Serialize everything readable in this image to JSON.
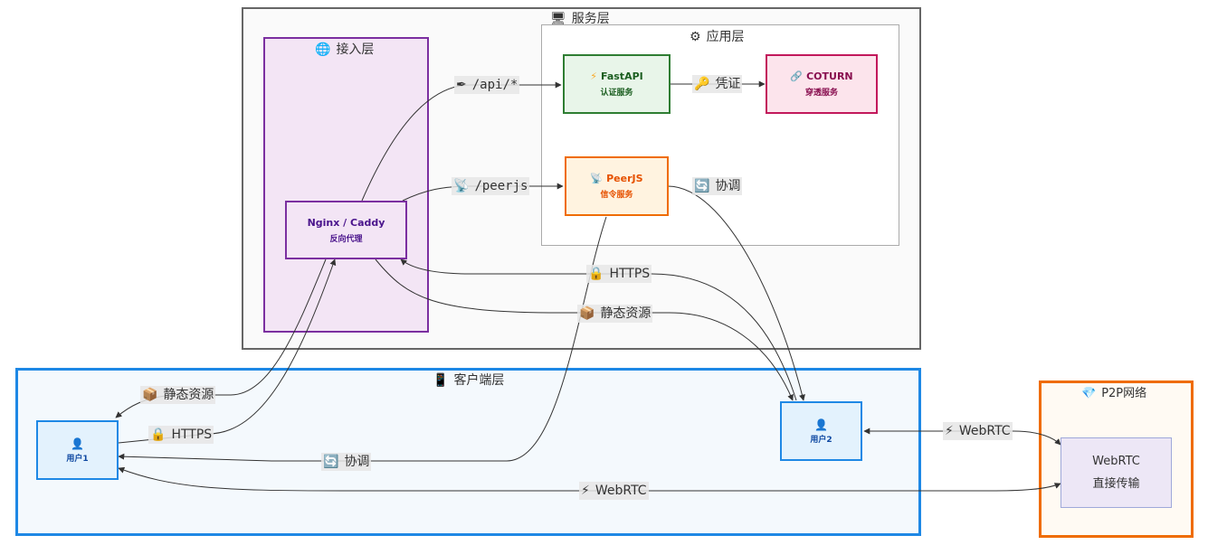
{
  "groups": {
    "service": "服务层",
    "app": "应用层",
    "access": "接入层",
    "client": "客户端层",
    "p2p": "P2P网络"
  },
  "nodes": {
    "nginx": {
      "title": "Nginx / Caddy",
      "sub": "反向代理"
    },
    "fastapi": {
      "title": "FastAPI",
      "sub": "认证服务"
    },
    "coturn": {
      "title": "COTURN",
      "sub": "穿透服务"
    },
    "peerjs": {
      "title": "PeerJS",
      "sub": "信令服务"
    },
    "user1": {
      "title": "用户1"
    },
    "user2": {
      "title": "用户2"
    },
    "webrtc": {
      "line1": "WebRTC",
      "line2": "直接传输"
    }
  },
  "edges": {
    "api": "/api/*",
    "peerjs": "/peerjs",
    "credential": "凭证",
    "coordinate_peer": "协调",
    "https_user2": "HTTPS",
    "static_user2": "静态资源",
    "static_user1": "静态资源",
    "https_user1": "HTTPS",
    "coordinate_user1": "协调",
    "webrtc_user2": "WebRTC",
    "webrtc_user1": "WebRTC"
  },
  "icons": {
    "service": "desktop-icon",
    "app": "gear-icon",
    "access": "globe-icon",
    "client": "phone-icon",
    "p2p": "diamond-icon",
    "lightning": "lightning-icon",
    "link": "link-icon",
    "satellite": "satellite-icon",
    "user": "user-icon",
    "pen": "pen-icon",
    "key": "key-icon",
    "refresh": "refresh-icon",
    "lock": "lock-icon",
    "package": "package-icon"
  },
  "colors": {
    "access": "#7b2fa0",
    "fastapi": "#2e7d32",
    "coturn": "#c2185b",
    "peerjs": "#ef6c00",
    "client": "#1e88e5",
    "p2p": "#ef6c00"
  }
}
